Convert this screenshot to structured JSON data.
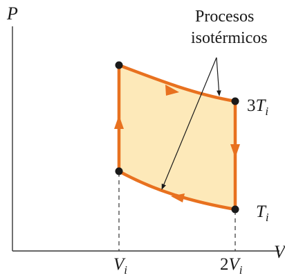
{
  "axes": {
    "y_label": "P",
    "x_label": "V"
  },
  "annotation": {
    "line1": "Procesos",
    "line2": "isotérmicos"
  },
  "isotherms": {
    "high_prefix": "3",
    "high_var": "T",
    "high_sub": "i",
    "low_var": "T",
    "low_sub": "i"
  },
  "volumes": {
    "v1_var": "V",
    "v1_sub": "i",
    "v2_prefix": "2",
    "v2_var": "V",
    "v2_sub": "i"
  },
  "colors": {
    "cycle_line": "#e8711f",
    "cycle_fill": "#fde9b9",
    "axis": "#333333",
    "point": "#1a1a1a"
  }
}
